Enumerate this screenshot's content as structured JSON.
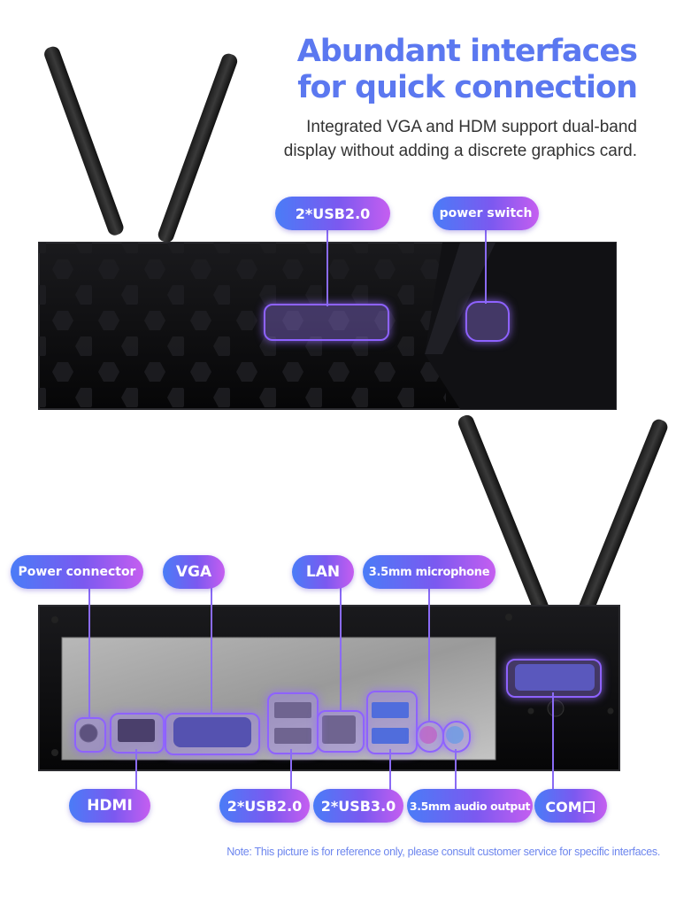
{
  "headline": {
    "line1": "Abundant interfaces",
    "line2": "for quick connection"
  },
  "subheadline": {
    "line1": "Integrated VGA and HDM support dual-band",
    "line2": "display without adding a discrete graphics card."
  },
  "front_labels": {
    "usb": "2*USB2.0",
    "power": "power switch"
  },
  "rear_top_labels": {
    "power_connector": "Power connector",
    "vga": "VGA",
    "lan": "LAN",
    "mic": "3.5mm microphone"
  },
  "rear_bottom_labels": {
    "hdmi": "HDMI",
    "usb2": "2*USB2.0",
    "usb3": "2*USB3.0",
    "audio": "3.5mm audio output",
    "com": "COM口"
  },
  "note": "Note: This picture is for reference only, please consult customer service for specific interfaces.",
  "colors": {
    "accent": "#5b78f0",
    "pill_gradient_start": "#4a7cf7",
    "pill_gradient_end": "#c55ef0",
    "device_body": "#0c0c0e"
  }
}
